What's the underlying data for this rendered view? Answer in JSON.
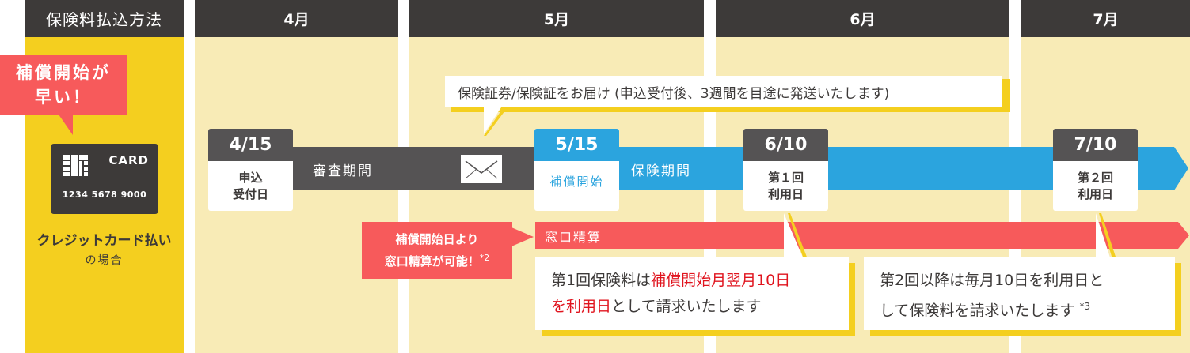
{
  "sidebar": {
    "header": "保険料払込方法",
    "callout_line1": "補償開始が",
    "callout_line2": "早い！",
    "card": {
      "label": "CARD",
      "number": "1234 5678 9000"
    },
    "method_title": "クレジットカード払い",
    "method_suffix": "の場合"
  },
  "months": [
    {
      "label": "4月"
    },
    {
      "label": "5月"
    },
    {
      "label": "6月"
    },
    {
      "label": "7月"
    }
  ],
  "delivery_note": "保険証券/保険証をお届け (申込受付後、3週間を目途に発送いたします)",
  "timeline": {
    "review_period_label": "審査期間",
    "coverage_period_label": "保険期間",
    "milestones": [
      {
        "date": "4/15",
        "line1": "申込",
        "line2": "受付日"
      },
      {
        "date": "5/15",
        "line1": "補償開始",
        "line2": ""
      },
      {
        "date": "6/10",
        "line1": "第１回",
        "line2": "利用日"
      },
      {
        "date": "7/10",
        "line1": "第２回",
        "line2": "利用日"
      }
    ]
  },
  "counter": {
    "bar_label": "窓口精算",
    "callout_line1": "補償開始日より",
    "callout_line2": "窓口精算が可能！",
    "callout_note": "*2"
  },
  "notes": {
    "first": {
      "part1": "第1回保険料は",
      "part2_red": "補償開始月翌月10日",
      "part3_red": "を利用日",
      "part4": "として請求いたします"
    },
    "second": {
      "line1": "第2回以降は毎月10日を利用日と",
      "line2": "して保険料を請求いたします ",
      "note": "*3"
    }
  },
  "colors": {
    "dark": "#3d3a39",
    "gray_bar": "#555354",
    "blue": "#2ba4de",
    "red": "#f75a5b",
    "yellow": "#f4cf1f",
    "cream": "#f8ebb6",
    "emphasis_red": "#e0141e"
  }
}
